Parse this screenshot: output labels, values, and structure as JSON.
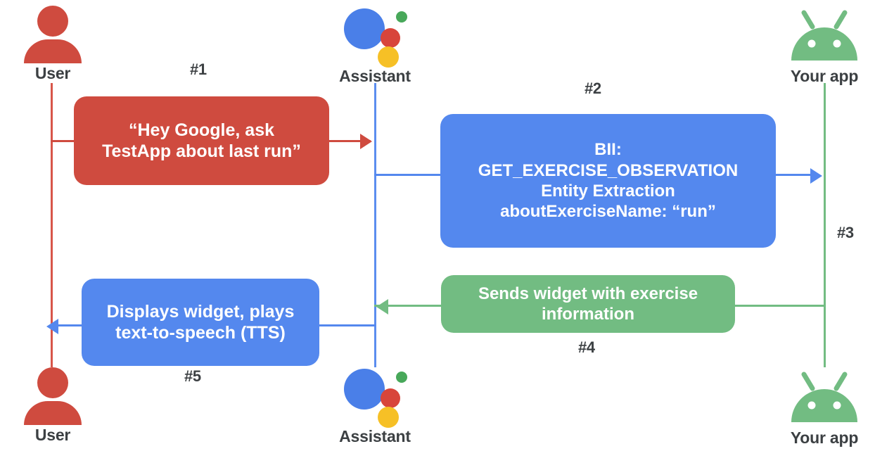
{
  "diagram": {
    "title": "Google Assistant App Actions sequence diagram",
    "colors": {
      "user_red": "#CF4B3F",
      "assistant_blue": "#5488EE",
      "app_green": "#72BC82",
      "text_dark": "#3C4043",
      "background": "#FFFFFF"
    },
    "actors": [
      {
        "id": "user-top",
        "label": "User",
        "icon": "user-person-icon"
      },
      {
        "id": "assist-top",
        "label": "Assistant",
        "icon": "google-assistant-icon"
      },
      {
        "id": "app-top",
        "label": "Your app",
        "icon": "android-robot-icon"
      },
      {
        "id": "user-bottom",
        "label": "User",
        "icon": "user-person-icon"
      },
      {
        "id": "assist-bottom",
        "label": "Assistant",
        "icon": "google-assistant-icon"
      },
      {
        "id": "app-bottom",
        "label": "Your app",
        "icon": "android-robot-icon"
      }
    ],
    "steps": [
      {
        "id": "step1",
        "label": "#1"
      },
      {
        "id": "step2",
        "label": "#2"
      },
      {
        "id": "step3",
        "label": "#3"
      },
      {
        "id": "step4",
        "label": "#4"
      },
      {
        "id": "step5",
        "label": "#5"
      }
    ],
    "messages": [
      {
        "id": "msg-user-query",
        "color": "red",
        "from": "User",
        "to": "Assistant",
        "lines": [
          "“Hey Google, ask",
          "TestApp about last run”"
        ]
      },
      {
        "id": "msg-bii",
        "color": "blue",
        "from": "Assistant",
        "to": "Your app",
        "lines": [
          "BII:",
          "GET_EXERCISE_OBSERVATION",
          "Entity Extraction",
          "aboutExerciseName: “run”"
        ]
      },
      {
        "id": "msg-widget",
        "color": "green",
        "from": "Your app",
        "to": "Assistant",
        "lines": [
          "Sends widget with exercise",
          "information"
        ]
      },
      {
        "id": "msg-tts",
        "color": "blue",
        "from": "Assistant",
        "to": "User",
        "lines": [
          "Displays widget, plays",
          "text-to-speech (TTS)"
        ]
      }
    ]
  }
}
